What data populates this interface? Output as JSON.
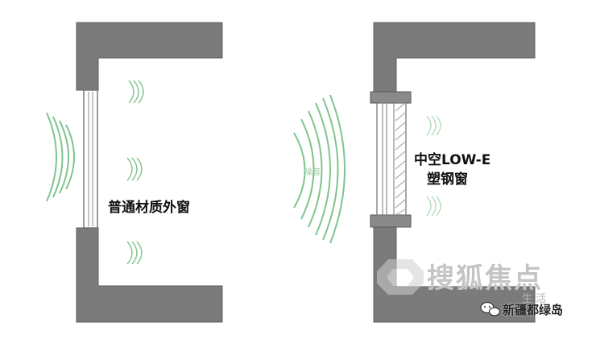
{
  "left_panel": {
    "label": "普通材质外窗"
  },
  "right_panel": {
    "label_line1": "中空LOW-E",
    "label_line2": "塑钢窗",
    "noise_label": "噪音"
  },
  "watermarks": {
    "sohu_brand": "搜狐焦点",
    "sohu_sub": "生 活",
    "account": "新疆都绿岛"
  },
  "icons": [
    "wechat-icon",
    "sohu-house-logo",
    "sound-wave-icon"
  ],
  "colors": {
    "wall": "#7b7b7b",
    "wall_edge": "#5f5f5f",
    "wave": "#7fc48e",
    "glass": "#ffffff"
  }
}
